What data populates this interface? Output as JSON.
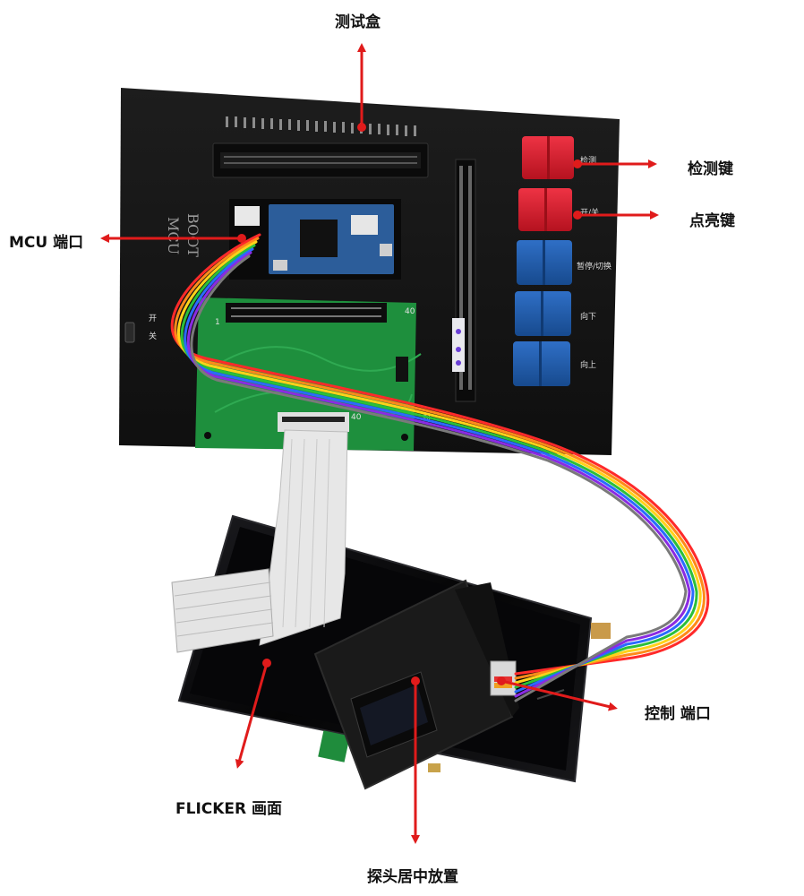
{
  "labels": {
    "test_box": "测试盒",
    "detect_key": "检测键",
    "light_key": "点亮键",
    "mcu_port": "MCU 端口",
    "control_port": "控制 端口",
    "flicker_screen": "FLICKER 画面",
    "probe_center": "探头居中放置"
  },
  "box_markings": {
    "boot": "BOOT",
    "mcu": "MCU",
    "power_switch": "开",
    "power_switch_2": "关",
    "pcb_40_top": "40",
    "pcb_40_bottom": "40",
    "pcb_1": "1",
    "company_fragment": "司"
  },
  "buttons": {
    "btn1_label": "检测",
    "btn2_label": "开/关",
    "btn3_label": "暂停/切换",
    "btn4_label": "向下",
    "btn5_label": "向上"
  },
  "colors": {
    "arrow": "#e01b1b",
    "box": "#161616",
    "pcb": "#1c8a3a",
    "red_key": "#d4202f",
    "blue_key": "#1f5aa8",
    "phone": "#0c0c0e",
    "probe": "#1c1c1c"
  },
  "icons": {
    "arrow": "red-arrow-icon",
    "ribbon": "rainbow-ribbon-cable"
  }
}
